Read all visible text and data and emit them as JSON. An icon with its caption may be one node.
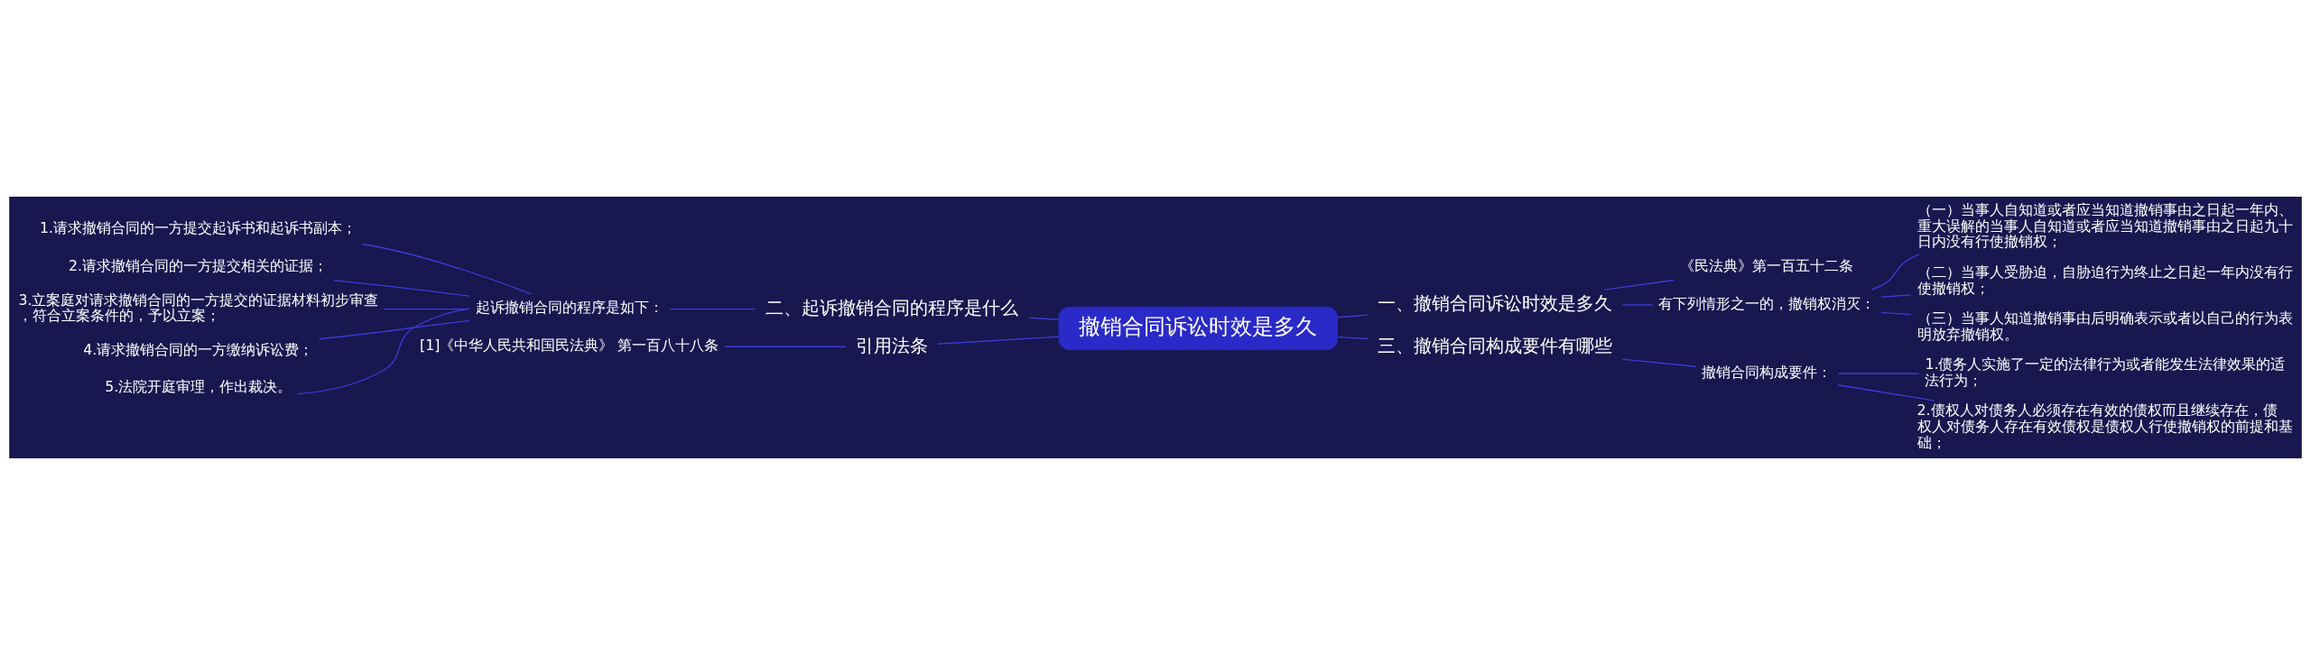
{
  "diagram": {
    "nodes": [
      {
        "text": [
          "撤销合同诉讼时效是多久"
        ]
      },
      {
        "text": [
          "一、撤销合同诉讼时效是多久"
        ]
      },
      {
        "text": [
          "《民法典》第一百五十二条"
        ]
      },
      {
        "text": [
          "有下列情形之一的，撤销权消灭："
        ]
      },
      {
        "text": [
          "（一）当事人自知道或者应当知道撤销事由之日起一年内、重大误解的当事人自知道或者应当知道撤销事由之日起九十日内没有行使撤销权；"
        ]
      },
      {
        "text": [
          "（二）当事人受胁迫，自胁迫行为终止之日起一年内没有行使撤销权；"
        ]
      },
      {
        "text": [
          "（三）当事人知道撤销事由后明确表示或者以自己的行为表明放弃撤销权。"
        ]
      },
      {
        "text": [
          "三、撤销合同构成要件有哪些"
        ]
      },
      {
        "text": [
          "撤销合同构成要件："
        ]
      },
      {
        "text": [
          "1.债务人实施了一定的法律行为或者能发生法律效果的适法行为；"
        ]
      },
      {
        "text": [
          "2.债权人对债务人必须存在有效的债权而且继续存在，债权人对债务人存在有效债权是债权人行使撤销权的前提和基础；"
        ]
      },
      {
        "text": [
          "二、起诉撤销合同的程序是什么"
        ]
      },
      {
        "text": [
          "起诉撤销合同的程序是如下："
        ]
      },
      {
        "text": [
          "1.请求撤销合同的一方提交起诉书和起诉书副本；"
        ]
      },
      {
        "text": [
          "2.请求撤销合同的一方提交相关的证据；"
        ]
      },
      {
        "text": [
          "3.立案庭对请求撤销合同的一方提交的证据材料初步审查，符合立案条件的，予以立案；"
        ]
      },
      {
        "text": [
          "4.请求撤销合同的一方缴纳诉讼费；"
        ]
      },
      {
        "text": [
          "5.法院开庭审理，作出裁决。"
        ]
      },
      {
        "text": [
          "引用法条"
        ]
      },
      {
        "text": [
          "[1]《中华人民共和国民法典》 第一百八十八条"
        ]
      }
    ],
    "edges": [
      {
        "from": 0,
        "to": 1,
        "arrow": "none"
      },
      {
        "from": 1,
        "to": 2,
        "arrow": "none"
      },
      {
        "from": 1,
        "to": 3,
        "arrow": "none"
      },
      {
        "from": 3,
        "to": 4,
        "arrow": "none"
      },
      {
        "from": 3,
        "to": 5,
        "arrow": "none"
      },
      {
        "from": 3,
        "to": 6,
        "arrow": "none"
      },
      {
        "from": 0,
        "to": 7,
        "arrow": "none"
      },
      {
        "from": 7,
        "to": 8,
        "arrow": "none"
      },
      {
        "from": 8,
        "to": 9,
        "arrow": "none"
      },
      {
        "from": 8,
        "to": 10,
        "arrow": "none"
      },
      {
        "from": 0,
        "to": 11,
        "arrow": "none"
      },
      {
        "from": 11,
        "to": 12,
        "arrow": "none"
      },
      {
        "from": 12,
        "to": 13,
        "arrow": "none"
      },
      {
        "from": 12,
        "to": 14,
        "arrow": "none"
      },
      {
        "from": 12,
        "to": 15,
        "arrow": "none"
      },
      {
        "from": 12,
        "to": 16,
        "arrow": "none"
      },
      {
        "from": 12,
        "to": 17,
        "arrow": "none"
      },
      {
        "from": 0,
        "to": 18,
        "arrow": "none"
      },
      {
        "from": 18,
        "to": 19,
        "arrow": "none"
      }
    ]
  }
}
